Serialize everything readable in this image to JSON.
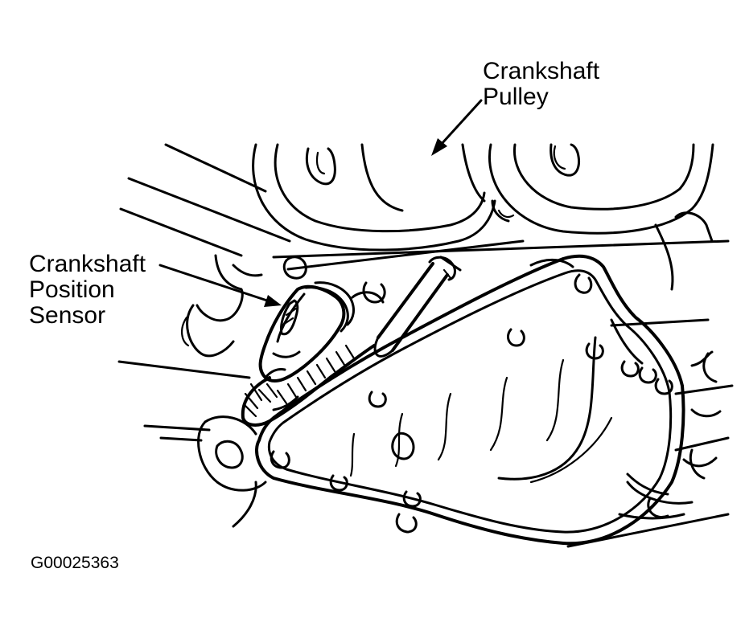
{
  "labels": {
    "crankshaft_pulley": [
      "Crankshaft",
      "Pulley"
    ],
    "crankshaft_position_sensor": [
      "Crankshaft",
      "Position",
      "Sensor"
    ]
  },
  "figure_code": "G00025363",
  "colors": {
    "line": "#000000",
    "background": "#ffffff"
  }
}
